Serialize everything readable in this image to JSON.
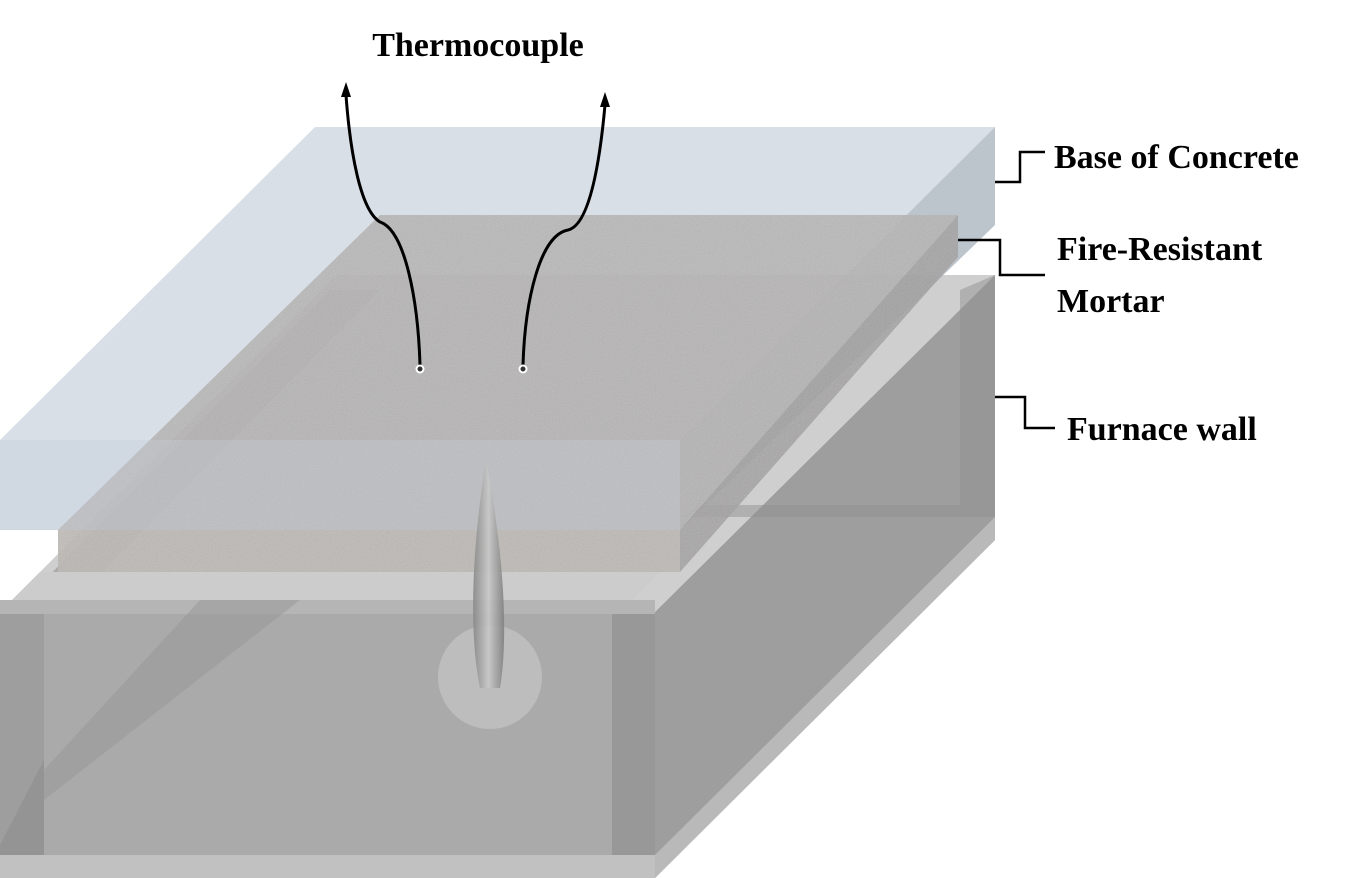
{
  "labels": {
    "thermocouple": "Thermocouple",
    "base_of_concrete": "Base of Concrete",
    "fire_resistant_line1": "Fire-Resistant",
    "fire_resistant_line2": "Mortar",
    "furnace_wall": "Furnace wall"
  },
  "colors": {
    "concrete": "#d8dfe7",
    "mortar": "#b8b6b6",
    "furnace": "#a3a3a3",
    "ink": "#000000"
  }
}
